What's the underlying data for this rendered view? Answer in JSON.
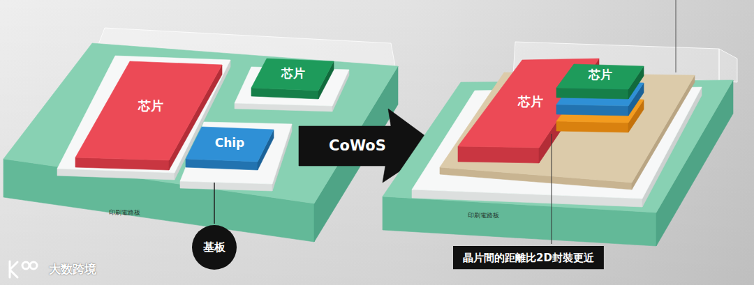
{
  "diagram": {
    "nodes": [
      {
        "text": [
          "印刷電路板"
        ]
      },
      {
        "text": [
          "芯片"
        ],
        "in": 0
      },
      {
        "text": [
          "芯片"
        ],
        "in": 0
      },
      {
        "text": [
          "Chip"
        ],
        "in": 0
      },
      {
        "text": [
          "基板"
        ]
      },
      {
        "text": [
          "CoWoS"
        ]
      },
      {
        "text": [
          "印刷電路板"
        ]
      },
      {
        "text": [
          "芯片"
        ],
        "in": 6
      },
      {
        "text": [
          "芯片"
        ],
        "in": 6
      },
      {
        "text": [
          "晶片間的距離比2D封裝更近"
        ]
      }
    ],
    "labels": [
      "大数跨境"
    ]
  }
}
